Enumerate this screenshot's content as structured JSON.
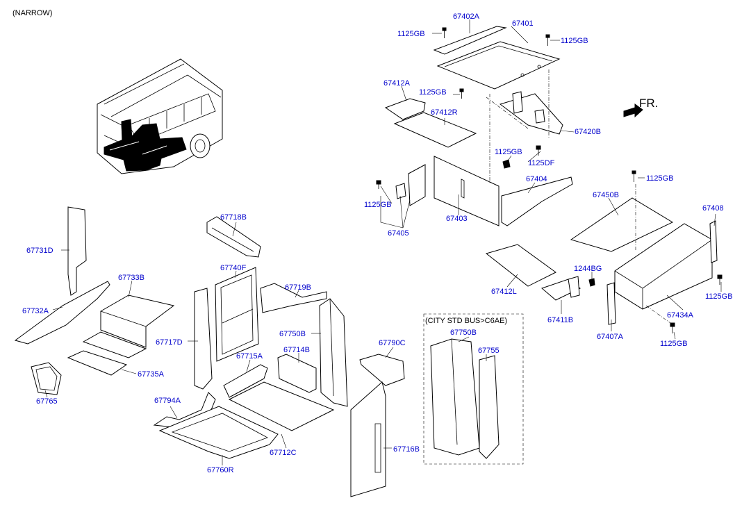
{
  "header": {
    "title": "(NARROW)"
  },
  "fr": {
    "label": "FR."
  },
  "group": {
    "label": "(CITY STD BUS>C6AE)"
  },
  "labels": {
    "67402A": "67402A",
    "67401": "67401",
    "1125GB_a": "1125GB",
    "1125GB_b": "1125GB",
    "67412A": "67412A",
    "1125GB_c": "1125GB",
    "67412R": "67412R",
    "67420B": "67420B",
    "1125GB_d": "1125GB",
    "1125DF": "1125DF",
    "67404": "67404",
    "1125GB_e": "1125GB",
    "1125GB_f": "1125GB",
    "67405": "67405",
    "67403": "67403",
    "67450B": "67450B",
    "67408": "67408",
    "1244BG": "1244BG",
    "67412L": "67412L",
    "67411B": "67411B",
    "1125GB_g": "1125GB",
    "67434A": "67434A",
    "67407A": "67407A",
    "1125GB_h": "1125GB",
    "67731D": "67731D",
    "67733B": "67733B",
    "67732A": "67732A",
    "67735A": "67735A",
    "67765": "67765",
    "67718B": "67718B",
    "67740F": "67740F",
    "67719B": "67719B",
    "67717D": "67717D",
    "67750B": "67750B",
    "67714B": "67714B",
    "67715A": "67715A",
    "67790C": "67790C",
    "67794A": "67794A",
    "67712C": "67712C",
    "67760R": "67760R",
    "67716B": "67716B",
    "67750B_2": "67750B",
    "67755": "67755"
  },
  "colors": {
    "label": "#0000cc",
    "line": "#000000"
  }
}
